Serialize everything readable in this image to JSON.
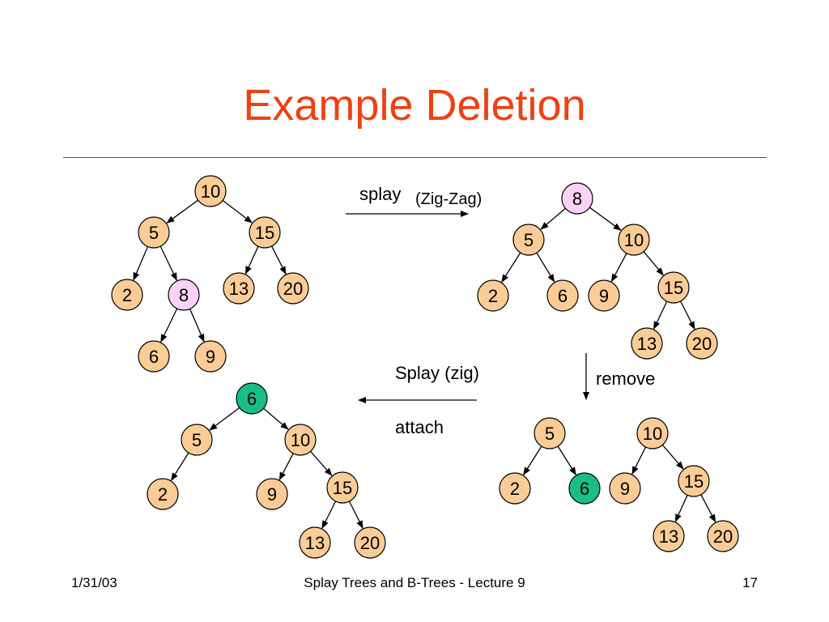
{
  "title": "Example Deletion",
  "labels": {
    "splay": "splay",
    "zig_zag": "(Zig-Zag)",
    "remove": "remove",
    "splay_zig": "Splay (zig)",
    "attach": "attach"
  },
  "colors": {
    "title": "#f04010",
    "node_default": "#fbcc96",
    "node_splayed": "#fbd2f8",
    "node_attached": "#1abd86"
  },
  "trees": [
    {
      "id": "original",
      "nodes": [
        {
          "key": "10",
          "style": "default"
        },
        {
          "key": "5",
          "style": "default"
        },
        {
          "key": "15",
          "style": "default"
        },
        {
          "key": "2",
          "style": "default"
        },
        {
          "key": "8",
          "style": "splayed"
        },
        {
          "key": "13",
          "style": "default"
        },
        {
          "key": "20",
          "style": "default"
        },
        {
          "key": "6",
          "style": "default"
        },
        {
          "key": "9",
          "style": "default"
        }
      ],
      "edges": [
        [
          "10",
          "5"
        ],
        [
          "10",
          "15"
        ],
        [
          "5",
          "2"
        ],
        [
          "5",
          "8"
        ],
        [
          "8",
          "6"
        ],
        [
          "8",
          "9"
        ],
        [
          "15",
          "13"
        ],
        [
          "15",
          "20"
        ]
      ]
    },
    {
      "id": "after-splay",
      "nodes": [
        {
          "key": "8",
          "style": "splayed"
        },
        {
          "key": "5",
          "style": "default"
        },
        {
          "key": "10",
          "style": "default"
        },
        {
          "key": "2",
          "style": "default"
        },
        {
          "key": "6",
          "style": "default"
        },
        {
          "key": "9",
          "style": "default"
        },
        {
          "key": "15",
          "style": "default"
        },
        {
          "key": "13",
          "style": "default"
        },
        {
          "key": "20",
          "style": "default"
        }
      ],
      "edges": [
        [
          "8",
          "5"
        ],
        [
          "8",
          "10"
        ],
        [
          "5",
          "2"
        ],
        [
          "5",
          "6"
        ],
        [
          "10",
          "9"
        ],
        [
          "10",
          "15"
        ],
        [
          "15",
          "13"
        ],
        [
          "15",
          "20"
        ]
      ]
    },
    {
      "id": "after-remove",
      "nodes": [
        {
          "key": "5",
          "style": "default"
        },
        {
          "key": "10",
          "style": "default"
        },
        {
          "key": "2",
          "style": "default"
        },
        {
          "key": "6",
          "style": "attached"
        },
        {
          "key": "9",
          "style": "default"
        },
        {
          "key": "15",
          "style": "default"
        },
        {
          "key": "13",
          "style": "default"
        },
        {
          "key": "20",
          "style": "default"
        }
      ],
      "edges": [
        [
          "5",
          "2"
        ],
        [
          "5",
          "6"
        ],
        [
          "10",
          "9"
        ],
        [
          "10",
          "15"
        ],
        [
          "15",
          "13"
        ],
        [
          "15",
          "20"
        ]
      ]
    },
    {
      "id": "final",
      "nodes": [
        {
          "key": "6",
          "style": "attached"
        },
        {
          "key": "5",
          "style": "default"
        },
        {
          "key": "10",
          "style": "default"
        },
        {
          "key": "2",
          "style": "default"
        },
        {
          "key": "9",
          "style": "default"
        },
        {
          "key": "15",
          "style": "default"
        },
        {
          "key": "13",
          "style": "default"
        },
        {
          "key": "20",
          "style": "default"
        }
      ],
      "edges": [
        [
          "6",
          "5"
        ],
        [
          "6",
          "10"
        ],
        [
          "5",
          "2"
        ],
        [
          "10",
          "9"
        ],
        [
          "10",
          "15"
        ],
        [
          "15",
          "13"
        ],
        [
          "15",
          "20"
        ]
      ]
    }
  ],
  "footer": {
    "date": "1/31/03",
    "center": "Splay Trees and B-Trees - Lecture 9",
    "page": "17"
  }
}
